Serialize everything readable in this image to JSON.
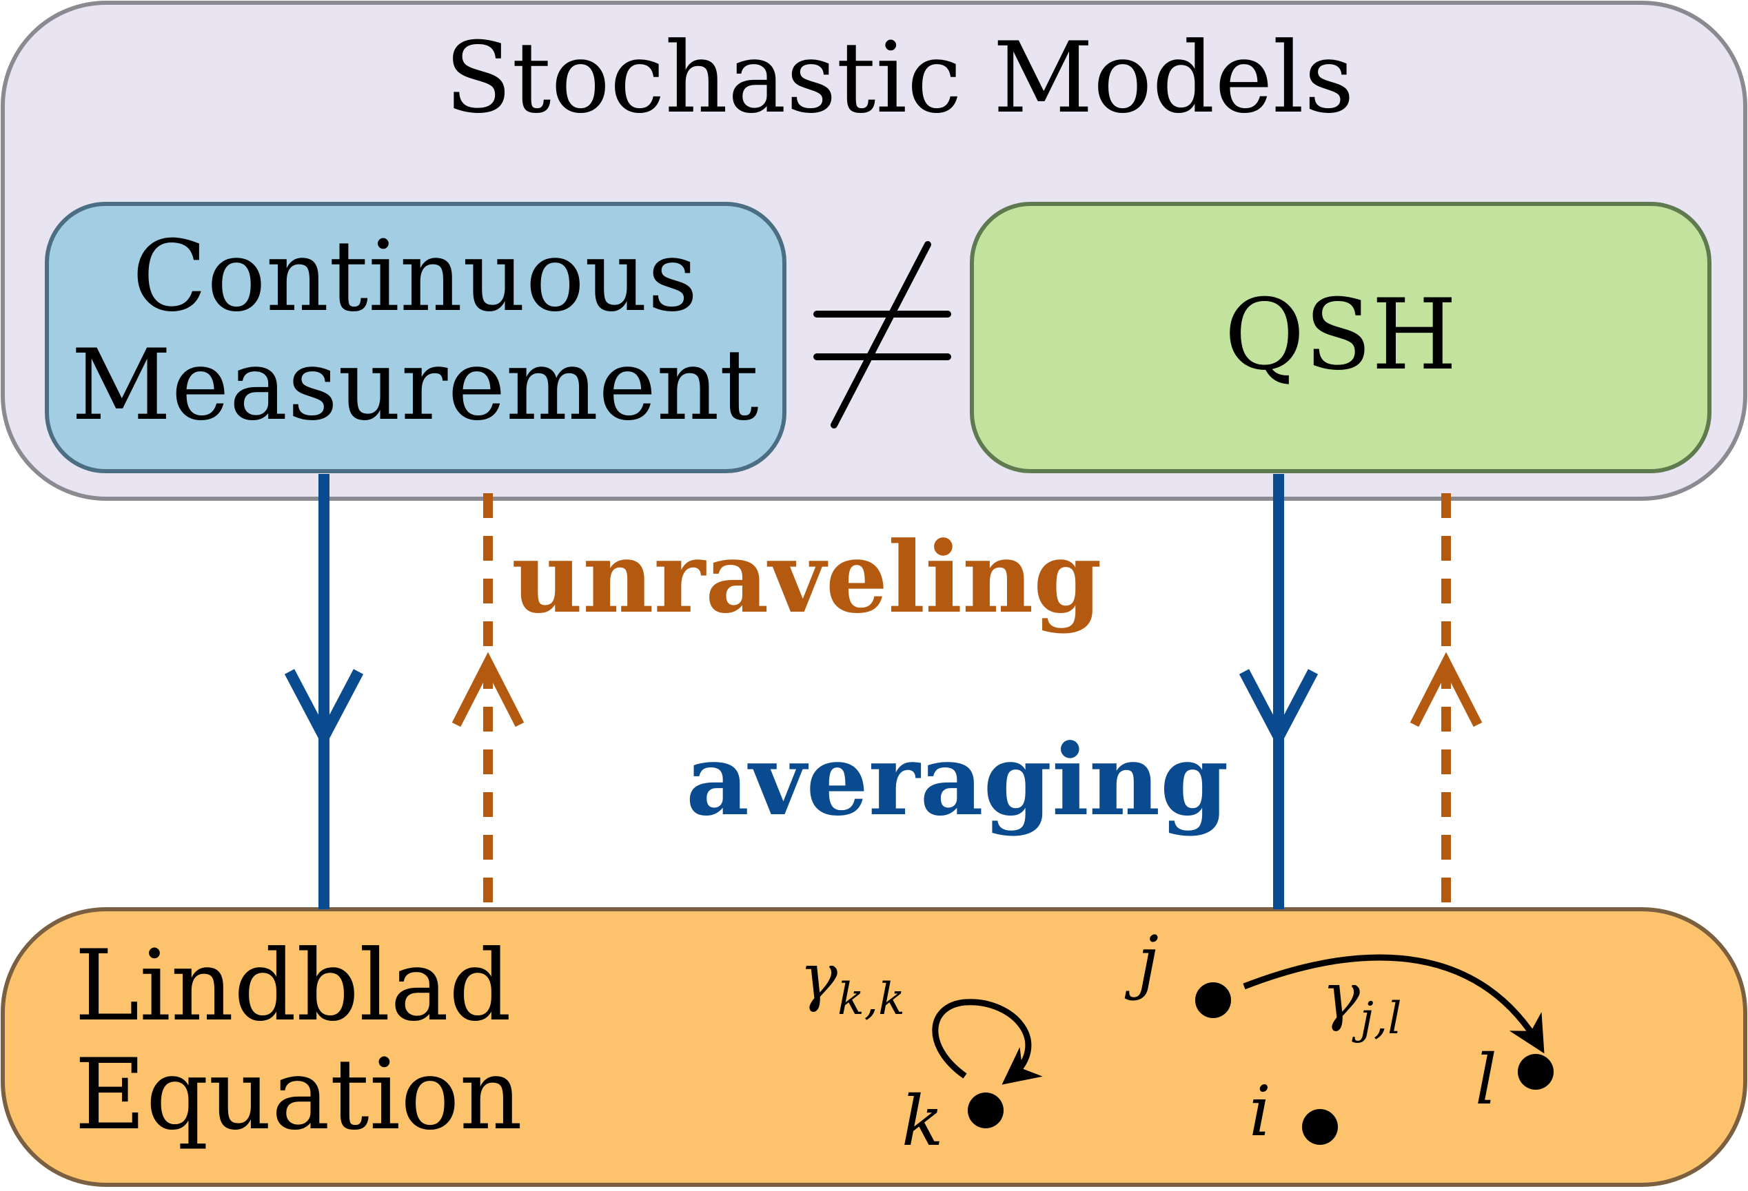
{
  "outer_box": {
    "title": "Stochastic Models",
    "fill": "#e8e4f1",
    "stroke": "#8a8a90"
  },
  "left_box": {
    "line1": "Continuous",
    "line2": "Measurement",
    "fill": "#a3cde3",
    "stroke": "#4c6e82"
  },
  "right_box": {
    "label": "QSH",
    "fill": "#c2e39e",
    "stroke": "#5f7a4e"
  },
  "not_equal_symbol": "≠",
  "arrows": {
    "unraveling_label": "unraveling",
    "averaging_label": "averaging",
    "unraveling_color": "#b45a10",
    "averaging_color": "#0a4a8e"
  },
  "bottom_box": {
    "line1": "Lindblad",
    "line2": "Equation",
    "fill": "#fcc26c",
    "stroke": "#7a6040"
  },
  "graph": {
    "nodes": {
      "k": "k",
      "i": "i",
      "j": "j",
      "l": "l"
    },
    "self_loop": {
      "base": "γ",
      "sub": "k,k"
    },
    "edge": {
      "base": "γ",
      "sub": "j,l"
    }
  }
}
